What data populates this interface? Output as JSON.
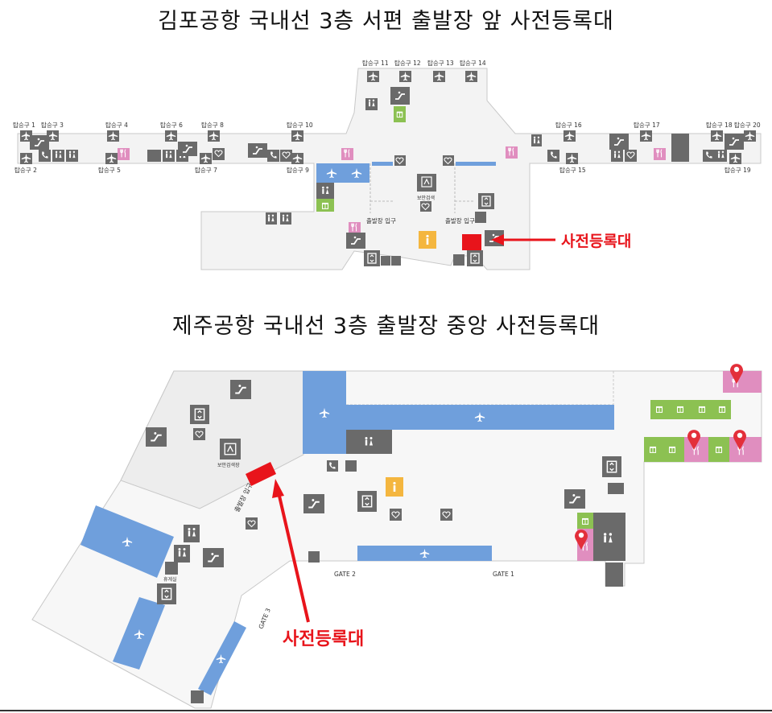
{
  "gimpo": {
    "title": "김포공항 국내선 3층 서편 출발장 앞 사전등록대",
    "gates": [
      "탑승구 1",
      "탑승구 2",
      "탑승구 3",
      "탑승구 4",
      "탑승구 5",
      "탑승구 6",
      "탑승구 7",
      "탑승구 8",
      "탑승구 9",
      "탑승구 10",
      "탑승구 11",
      "탑승구 12",
      "탑승구 13",
      "탑승구 14",
      "탑승구 15",
      "탑승구 16",
      "탑승구 17",
      "탑승구 18",
      "탑승구 19",
      "탑승구 20"
    ],
    "entrance_left": "출발장 입구",
    "entrance_right": "출발장 입구",
    "security_label": "보안검색",
    "callout": "사전등록대"
  },
  "jeju": {
    "title": "제주공항 국내선 3층 출발장 중앙 사전등록대",
    "entrance": "출발장 입구",
    "security_label": "보안검색장",
    "gate1": "GATE 1",
    "gate2": "GATE 2",
    "gate3": "GATE 3",
    "lounge_label": "휴게실",
    "callout": "사전등록대"
  },
  "colors": {
    "registration_desk": "#e8141b",
    "gate_area": "#6f9fdc",
    "restroom": "#6a6a6a",
    "shop": "#8cc152",
    "restaurant": "#e08ebf",
    "info": "#f4b63f"
  },
  "icons": [
    "plane-icon",
    "escalator-icon",
    "elevator-icon",
    "restroom-icon",
    "phone-icon",
    "info-icon",
    "restaurant-icon",
    "shop-icon",
    "location-pin-icon",
    "security-icon"
  ]
}
